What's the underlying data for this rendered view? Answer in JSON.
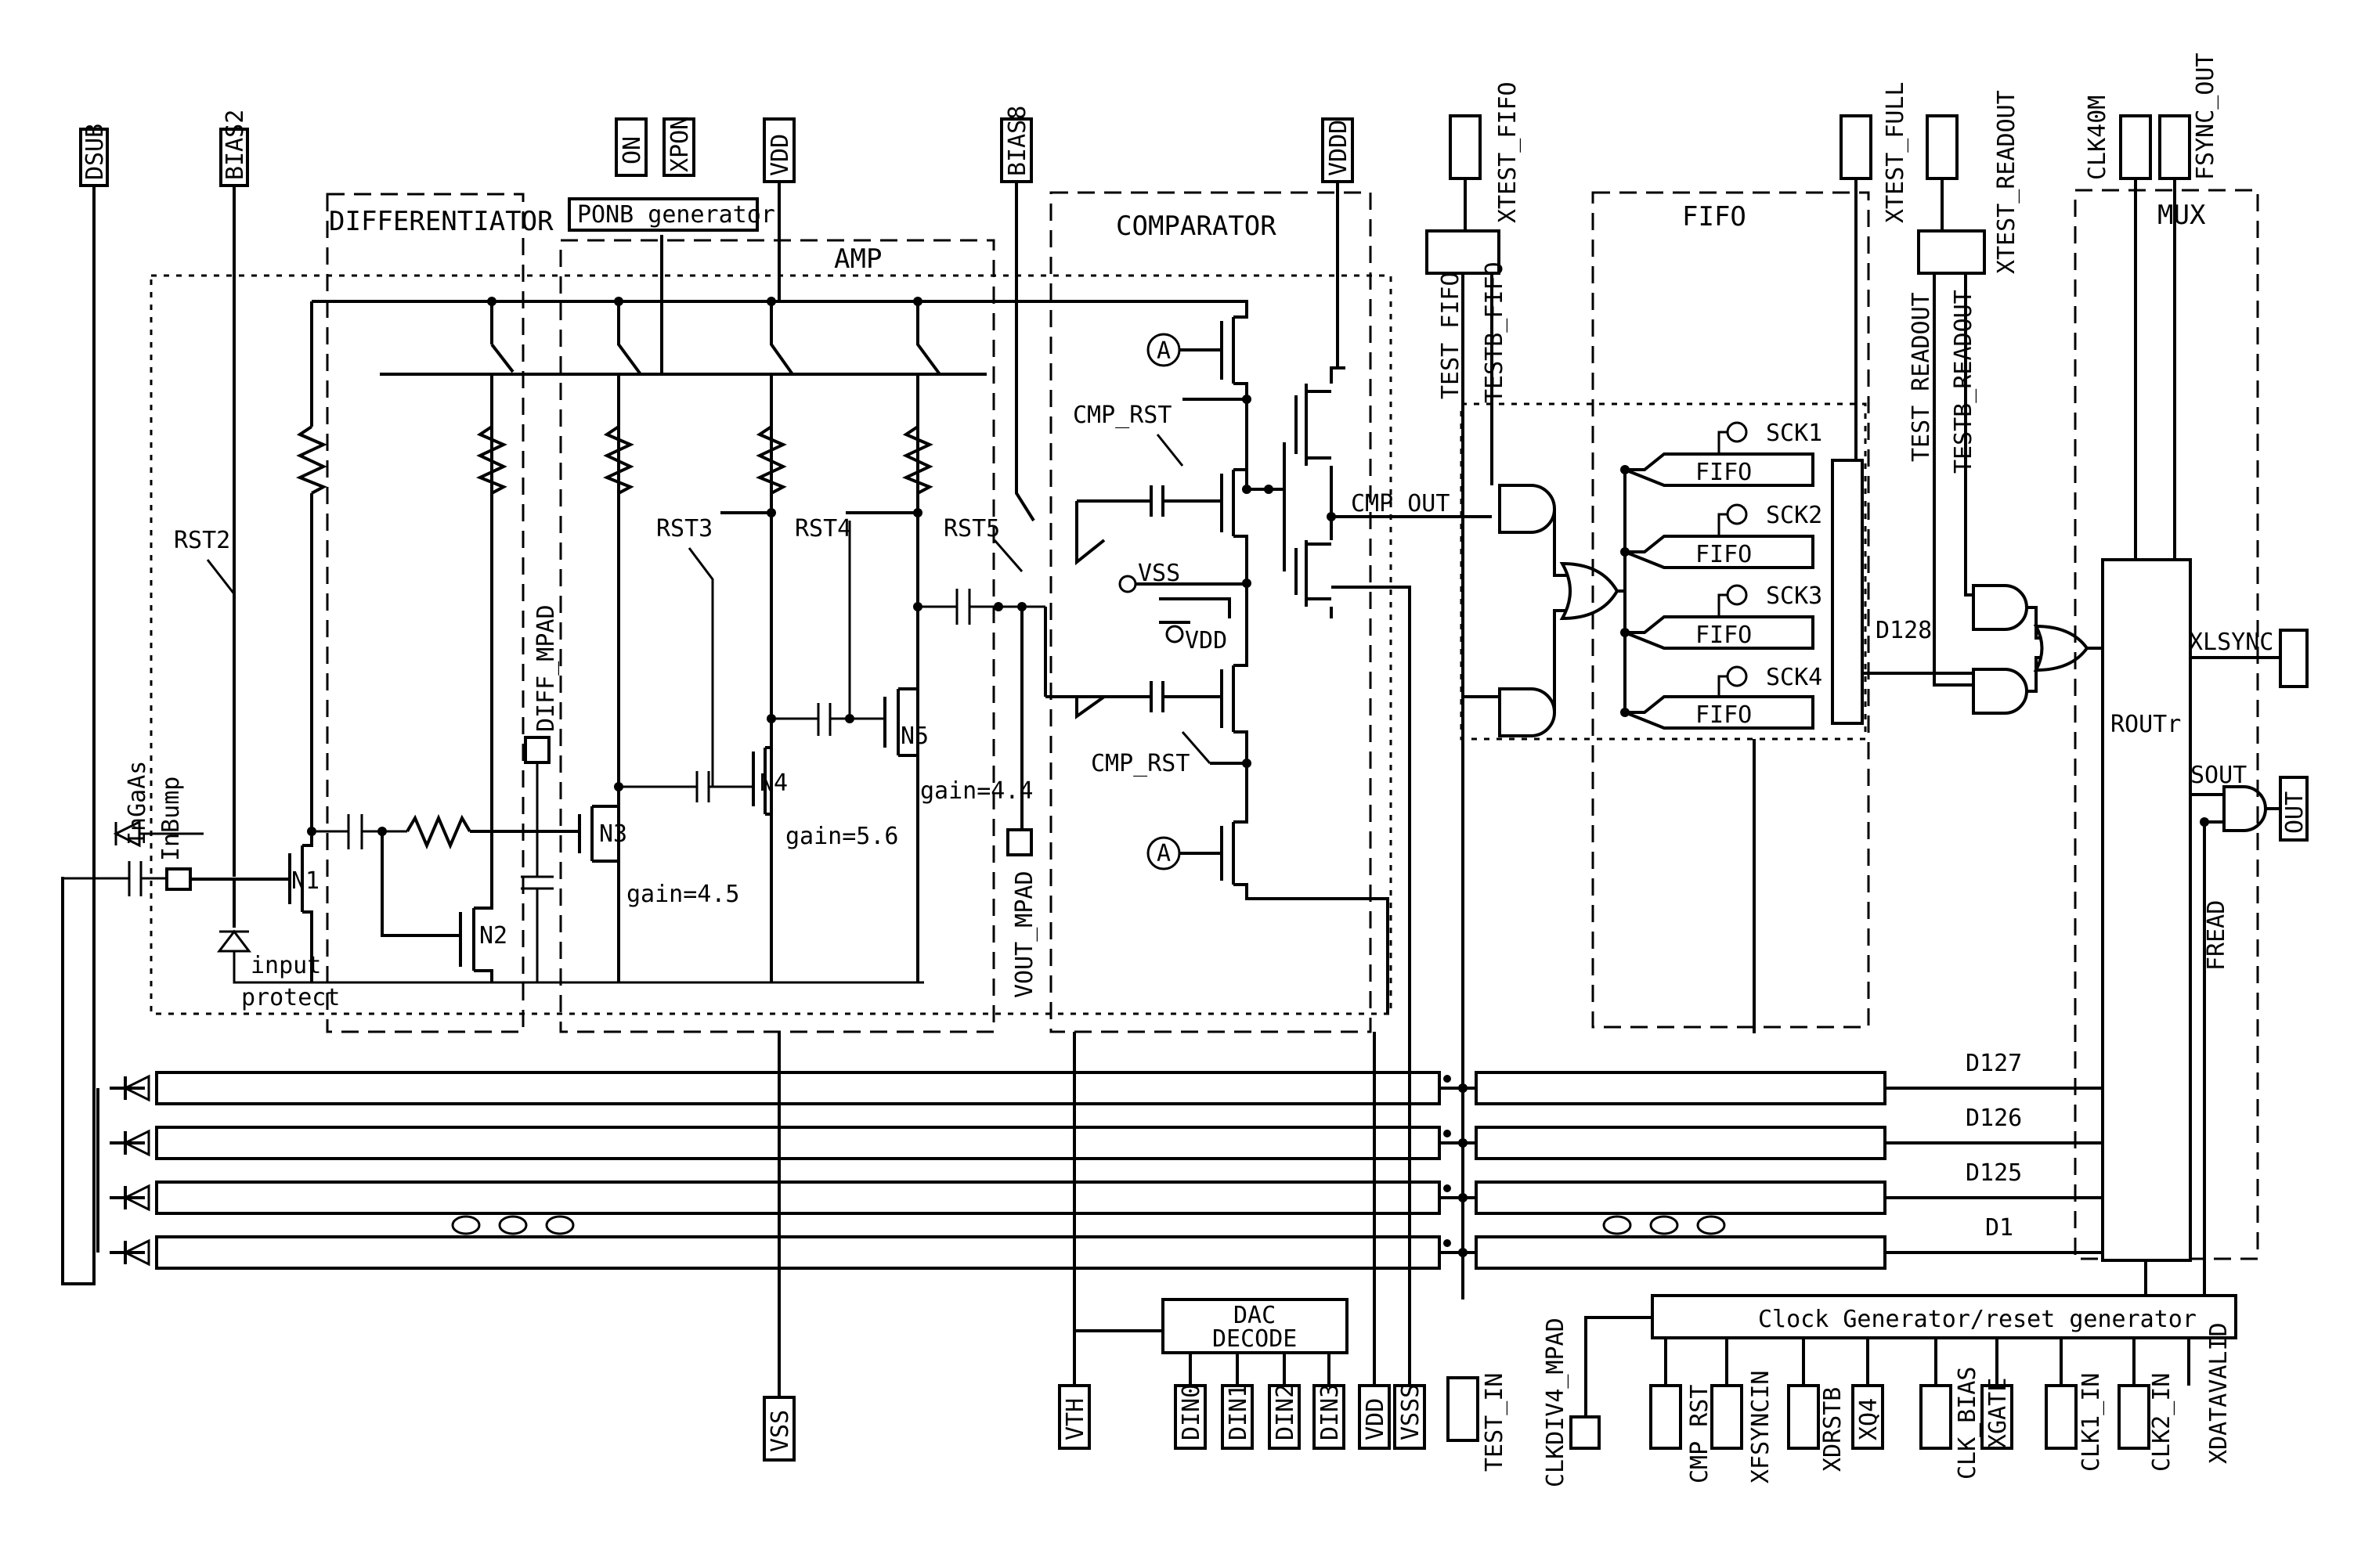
{
  "blocks": {
    "differentiator": "DIFFERENTIATOR",
    "amp": "AMP",
    "comparator": "COMPARATOR",
    "fifo": "FIFO",
    "mux": "MUX",
    "ponb": "PONB generator",
    "dac_line1": "DAC",
    "dac_line2": "DECODE",
    "clock_gen": "Clock Generator/reset generator",
    "routr": "ROUTr"
  },
  "top_pins": {
    "dsub": "DSUB",
    "bias2": "BIAS2",
    "on": "ON",
    "xpon": "XPON",
    "vdd": "VDD",
    "bias8": "BIAS8",
    "vddd": "VDDD",
    "xtest_fifo": "XTEST_FIFO",
    "xtest_full": "XTEST_FULL",
    "xtest_readout": "XTEST_READOUT",
    "clk40m": "CLK40M",
    "fsync_out": "FSYNC_OUT"
  },
  "bottom_pins": {
    "vss": "VSS",
    "vth": "VTH",
    "din0": "DIN0",
    "din1": "DIN1",
    "din2": "DIN2",
    "din3": "DIN3",
    "vdd": "VDD",
    "vsss": "VSSS",
    "test_in": "TEST_IN",
    "clkdiv4_mpad": "CLKDIV4_MPAD",
    "cmp_rst": "CMP_RST",
    "xfsyncin": "XFSYNCIN",
    "xdrstb": "XDRSTB",
    "xq4": "XQ4",
    "clk_bias": "CLK_BIAS",
    "xgate": "XGATE",
    "clk1_in": "CLK1_IN",
    "clk2_in": "CLK2_IN",
    "xdatavalid": "XDATAVALID"
  },
  "labels": {
    "rst2": "RST2",
    "rst3": "RST3",
    "rst4": "RST4",
    "rst5": "RST5",
    "n1": "N1",
    "n2": "N2",
    "n3": "N3",
    "n4": "N4",
    "n5": "N5",
    "gain1": "gain=4.5",
    "gain2": "gain=5.6",
    "gain3": "gain=4.4",
    "ingaas": "InGaAs",
    "inbump": "InBump",
    "input": "input",
    "protect": "protect",
    "diff_mpad": "DIFF_MPAD",
    "vout_mpad": "VOUT_MPAD",
    "cmp_rst_top": "CMP_RST",
    "cmp_rst_bot": "CMP_RST",
    "vss_node": "VSS",
    "vdd_node": "VDD",
    "cmp_out": "CMP_OUT",
    "a_top": "A",
    "a_bot": "A",
    "test_fifo": "TEST_FIFO",
    "testb_fifo": "TESTB_FIFO",
    "test_readout": "TEST_READOUT",
    "testb_readout": "TESTB_READOUT",
    "fifo1": "FIFO",
    "fifo2": "FIFO",
    "fifo3": "FIFO",
    "fifo4": "FIFO",
    "sck1": "SCK1",
    "sck2": "SCK2",
    "sck3": "SCK3",
    "sck4": "SCK4",
    "d128": "D128",
    "d127": "D127",
    "d126": "D126",
    "d125": "D125",
    "d1": "D1",
    "xlsync": "XLSYNC",
    "sout": "SOUT",
    "out": "OUT",
    "fread": "FREAD"
  }
}
